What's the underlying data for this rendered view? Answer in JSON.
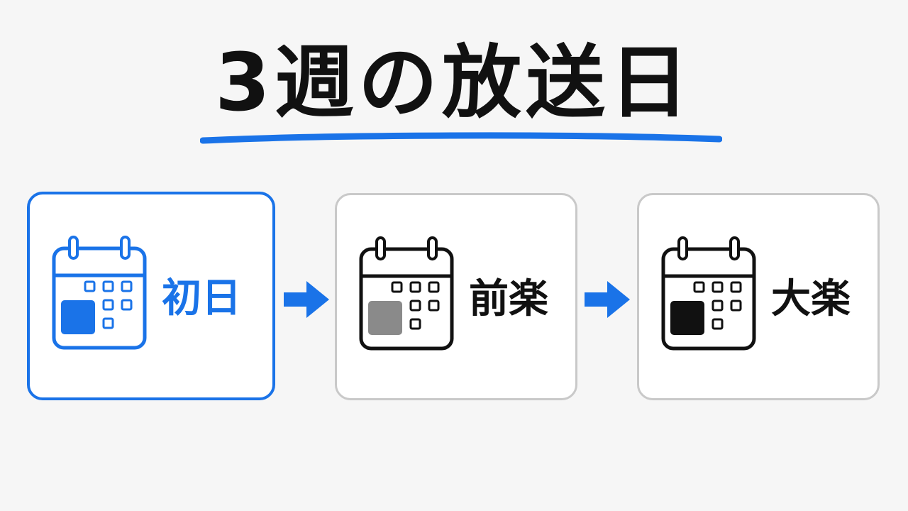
{
  "title": "3週の放送日",
  "steps": [
    {
      "label": "初日",
      "state": "active",
      "color": "#1a73e8",
      "fill": "#1a73e8"
    },
    {
      "label": "前楽",
      "state": "inactive",
      "color": "#111111",
      "fill": "#8a8a8a"
    },
    {
      "label": "大楽",
      "state": "inactive",
      "color": "#111111",
      "fill": "#111111"
    }
  ],
  "colors": {
    "accent": "#1a73e8",
    "border": "#c9c9c9",
    "background": "#f6f6f6"
  },
  "icons": {
    "step": "calendar-icon",
    "connector": "arrow-right-icon"
  }
}
